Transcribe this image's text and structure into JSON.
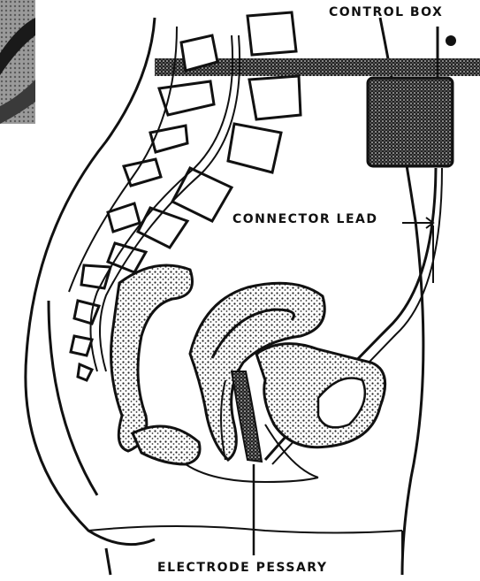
{
  "labels": {
    "control_box": "CONTROL BOX",
    "connector_lead": "CONNECTOR LEAD",
    "electrode_pessary": "ELECTRODE PESSARY"
  },
  "colors": {
    "ink": "#111111",
    "paper": "#ffffff",
    "stipple": "#555555"
  }
}
